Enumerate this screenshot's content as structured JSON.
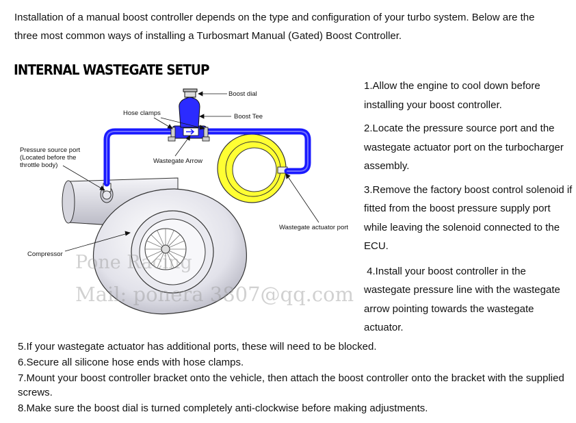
{
  "intro": {
    "line1": "Installation of a manual boost controller depends on the type and configuration of your turbo system. Below are the",
    "line2": "three most common ways of installing a Turbosmart Manual (Gated) Boost Controller."
  },
  "section_heading": "INTERNAL WASTEGATE SETUP",
  "diagram": {
    "labels": {
      "boost_dial": "Boost dial",
      "boost_tee": "Boost Tee",
      "hose_clamps": "Hose clamps",
      "wastegate_arrow": "Wastegate Arrow",
      "pressure_source_1": "Pressure source port",
      "pressure_source_2": "(Located before the",
      "pressure_source_3": "throttle body)",
      "wastegate_actuator_port": "Wastegate actuator port",
      "compressor": "Compressor"
    },
    "watermark": {
      "line1": "Pone  Racing",
      "line2": "Mail: ponera  3807@qq.com"
    },
    "colors": {
      "hose": "#1a1aff",
      "actuator": "#ffff33",
      "turbo_body": "#e6e6ee",
      "outline": "#222222"
    }
  },
  "steps_right": [
    "1.Allow the engine to cool down before installing your boost controller.",
    "2.Locate the pressure source port and the wastegate actuator port on the turbocharger assembly.",
    "3.Remove the factory boost control solenoid if fitted from the boost pressure supply port while leaving the solenoid connected to the ECU.",
    " 4.Install your boost controller in the wastegate pressure line with the wastegate arrow pointing towards the wastegate actuator."
  ],
  "steps_bottom": [
    "5.If your wastegate actuator has additional ports, these will need to be blocked.",
    "6.Secure all silicone hose ends with hose clamps.",
    "7.Mount your boost controller bracket onto the vehicle, then attach the boost controller onto the bracket with the supplied screws.",
    "8.Make sure the boost dial is turned completely anti-clockwise before making adjustments."
  ]
}
